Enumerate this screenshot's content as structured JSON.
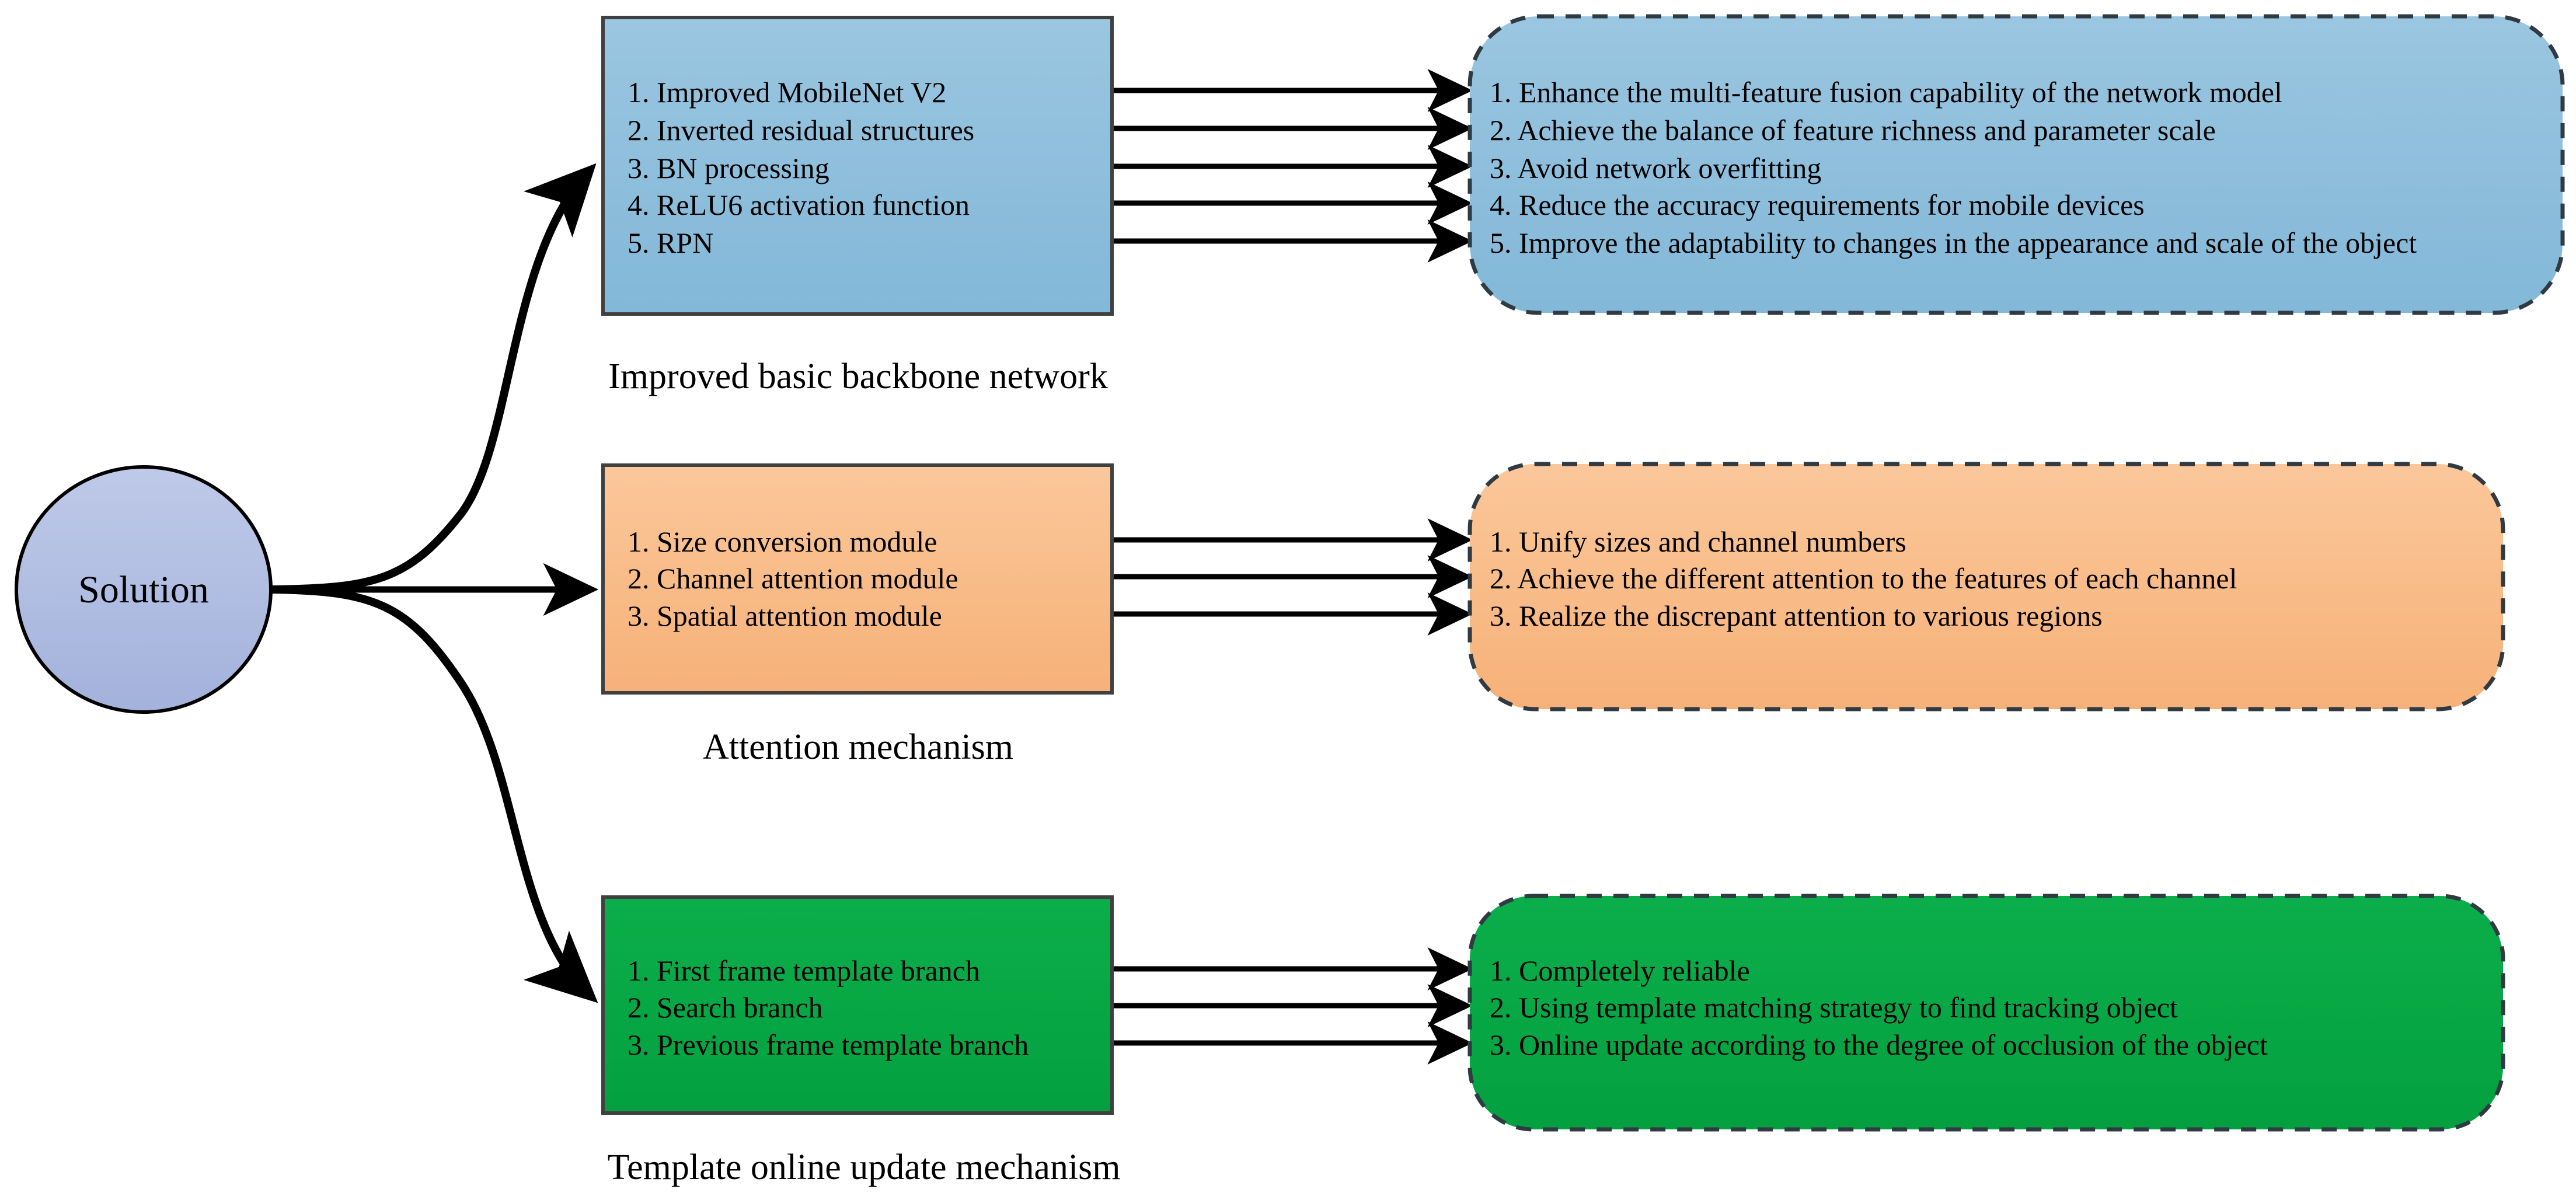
{
  "diagram": {
    "title": "Solution overview diagram",
    "root_node": {
      "label": "Solution",
      "shape": "ellipse",
      "fill_color": "#AEBBE0",
      "stroke_color": "#000000"
    },
    "colors": {
      "blue_fill": "#8CBEDC",
      "blue_stroke": "#404040",
      "orange_fill": "#F8BC88",
      "orange_stroke": "#404040",
      "green_fill": "#06A644",
      "green_stroke": "#404040",
      "arrow_color": "#000000",
      "background": "#FFFFFF"
    },
    "branches": [
      {
        "id": "backbone",
        "caption": "Improved basic backbone network",
        "accent_color": "#8CBEDC",
        "source_box": {
          "shape": "rectangle",
          "border_style": "solid",
          "items": [
            "1. Improved MobileNet V2",
            "2. Inverted residual structures",
            "3. BN processing",
            "4. ReLU6 activation function",
            "5. RPN"
          ]
        },
        "target_box": {
          "shape": "rounded-rectangle",
          "border_style": "dashed",
          "items": [
            "1. Enhance the multi-feature fusion capability of the network model",
            "2. Achieve the balance of feature richness and parameter scale",
            "3. Avoid network overfitting",
            "4. Reduce the accuracy requirements for mobile devices",
            "5. Improve the adaptability to changes in the appearance and scale of the object"
          ]
        }
      },
      {
        "id": "attention",
        "caption": "Attention mechanism",
        "accent_color": "#F8BC88",
        "source_box": {
          "shape": "rectangle",
          "border_style": "solid",
          "items": [
            "1. Size conversion module",
            "2. Channel attention module",
            "3. Spatial attention module"
          ]
        },
        "target_box": {
          "shape": "rounded-rectangle",
          "border_style": "dashed",
          "items": [
            "1. Unify sizes and channel numbers",
            "2. Achieve the different attention to the features of each channel",
            "3. Realize the discrepant attention to various regions"
          ]
        }
      },
      {
        "id": "template",
        "caption": "Template online update mechanism",
        "accent_color": "#06A644",
        "source_box": {
          "shape": "rectangle",
          "border_style": "solid",
          "items": [
            "1. First frame template branch",
            "2. Search branch",
            "3. Previous frame template branch"
          ]
        },
        "target_box": {
          "shape": "rounded-rectangle",
          "border_style": "dashed",
          "items": [
            "1. Completely reliable",
            "2. Using template matching strategy to find tracking object",
            "3. Online update according to the degree of occlusion of the object"
          ]
        }
      }
    ]
  }
}
